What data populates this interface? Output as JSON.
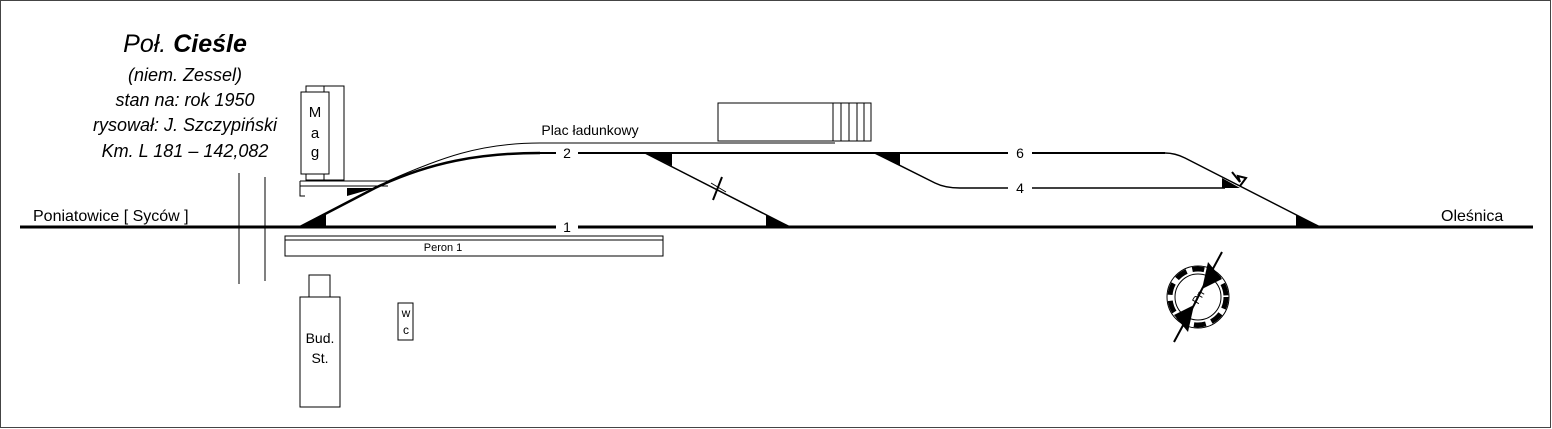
{
  "title": {
    "prefix": "Poł.",
    "name": "Cieśle",
    "german": "(niem. Zessel)",
    "state": "stan na: rok 1950",
    "drawn": "rysował: J. Szczypiński",
    "km": "Km. L 181 – 142,082"
  },
  "directions": {
    "west": "Poniatowice [ Syców ]",
    "east": "Oleśnica"
  },
  "tracks": {
    "t1": "1",
    "t2": "2",
    "t4": "4",
    "t6": "6"
  },
  "labels": {
    "loading_yard": "Plac ładunkowy",
    "platform": "Peron 1",
    "warehouse": [
      "M",
      "a",
      "g"
    ],
    "station_building": [
      "Bud.",
      "St."
    ],
    "wc": [
      "w",
      "c"
    ],
    "compass": "Pn"
  }
}
